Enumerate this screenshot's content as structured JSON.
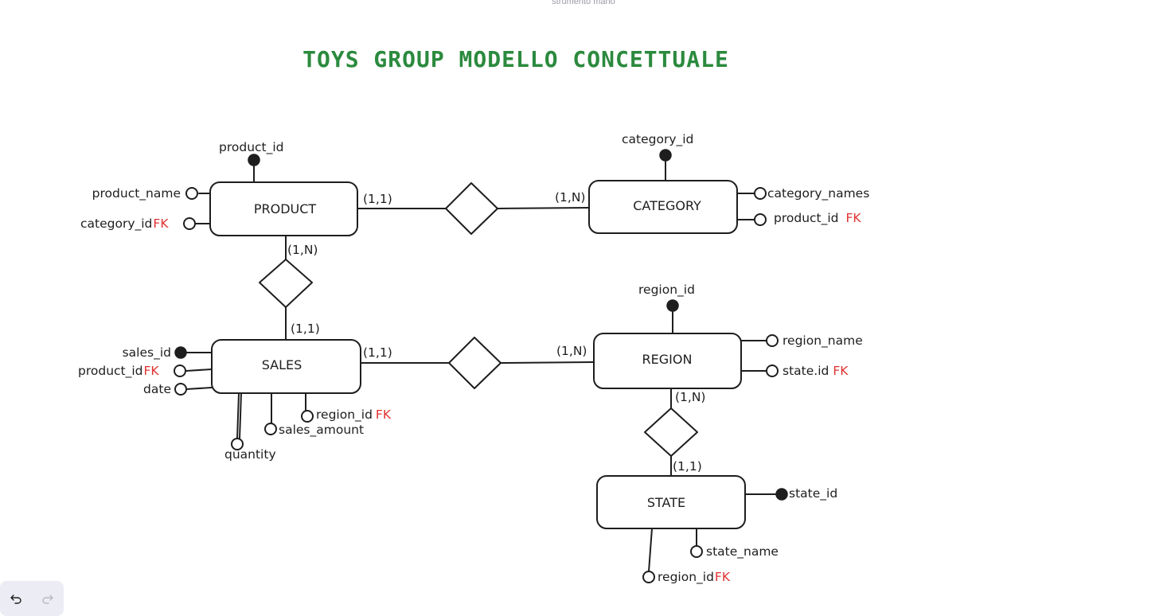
{
  "hint": "strumento mano",
  "title": "TOYS GROUP MODELLO CONCETTUALE",
  "entities": {
    "product": "PRODUCT",
    "category": "CATEGORY",
    "sales": "SALES",
    "region": "REGION",
    "state": "STATE"
  },
  "cardinalities": {
    "product_category": "(1,1)",
    "category_product": "(1,N)",
    "product_sales": "(1,N)",
    "sales_product": "(1,1)",
    "sales_region": "(1,1)",
    "region_sales": "(1,N)",
    "region_state": "(1,N)",
    "state_region": "(1,1)"
  },
  "attributes": {
    "product_id": "product_id",
    "product_name": "product_name",
    "product_category_id": "category_id",
    "category_id": "category_id",
    "category_names": "category_names",
    "category_product_id": "product_id",
    "sales_id": "sales_id",
    "sales_product_id": "product_id",
    "date": "date",
    "quantity": "quantity",
    "sales_amount": "sales_amount",
    "sales_region_id": "region_id",
    "region_id": "region_id",
    "region_name": "region_name",
    "region_state_id": "state.id",
    "state_id": "state_id",
    "state_name": "state_name",
    "state_region_id": "region_id"
  },
  "fk_marker": "FK",
  "icons": {
    "undo": "undo-icon",
    "redo": "redo-icon"
  },
  "colors": {
    "title": "#2b8a3e",
    "fk": "#e03131",
    "stroke": "#1e1e1e",
    "toolbar": "#ececf4"
  }
}
